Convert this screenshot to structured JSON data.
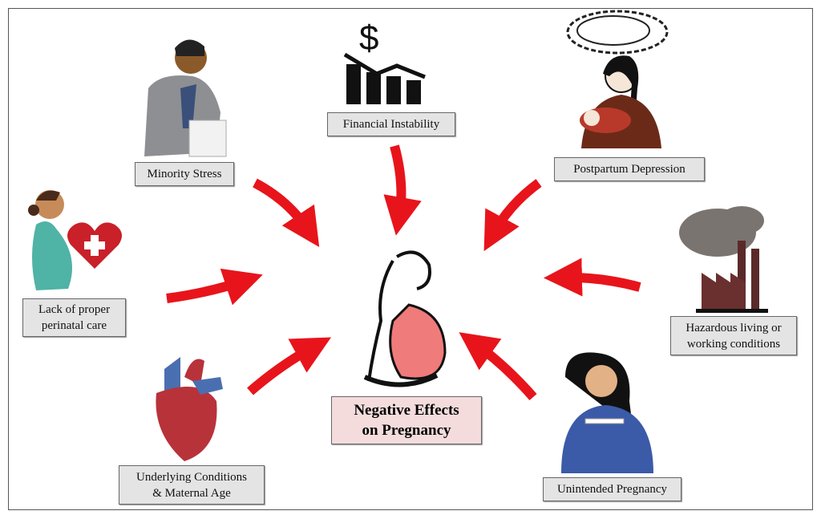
{
  "center": {
    "line1": "Negative Effects",
    "line2": "on Pregnancy"
  },
  "factors": {
    "financial": "Financial Instability",
    "minority": "Minority Stress",
    "postpartum": "Postpartum Depression",
    "perinatal_1": "Lack of proper",
    "perinatal_2": "perinatal care",
    "hazardous_1": "Hazardous living or",
    "hazardous_2": "working conditions",
    "underlying_1": "Underlying Conditions",
    "underlying_2": "& Maternal Age",
    "unintended": "Unintended Pregnancy"
  },
  "icons": {
    "dollar": "$"
  },
  "colors": {
    "arrow": "#e8141b",
    "center_box": "#f4dcdd",
    "label_box": "#e4e4e4"
  }
}
